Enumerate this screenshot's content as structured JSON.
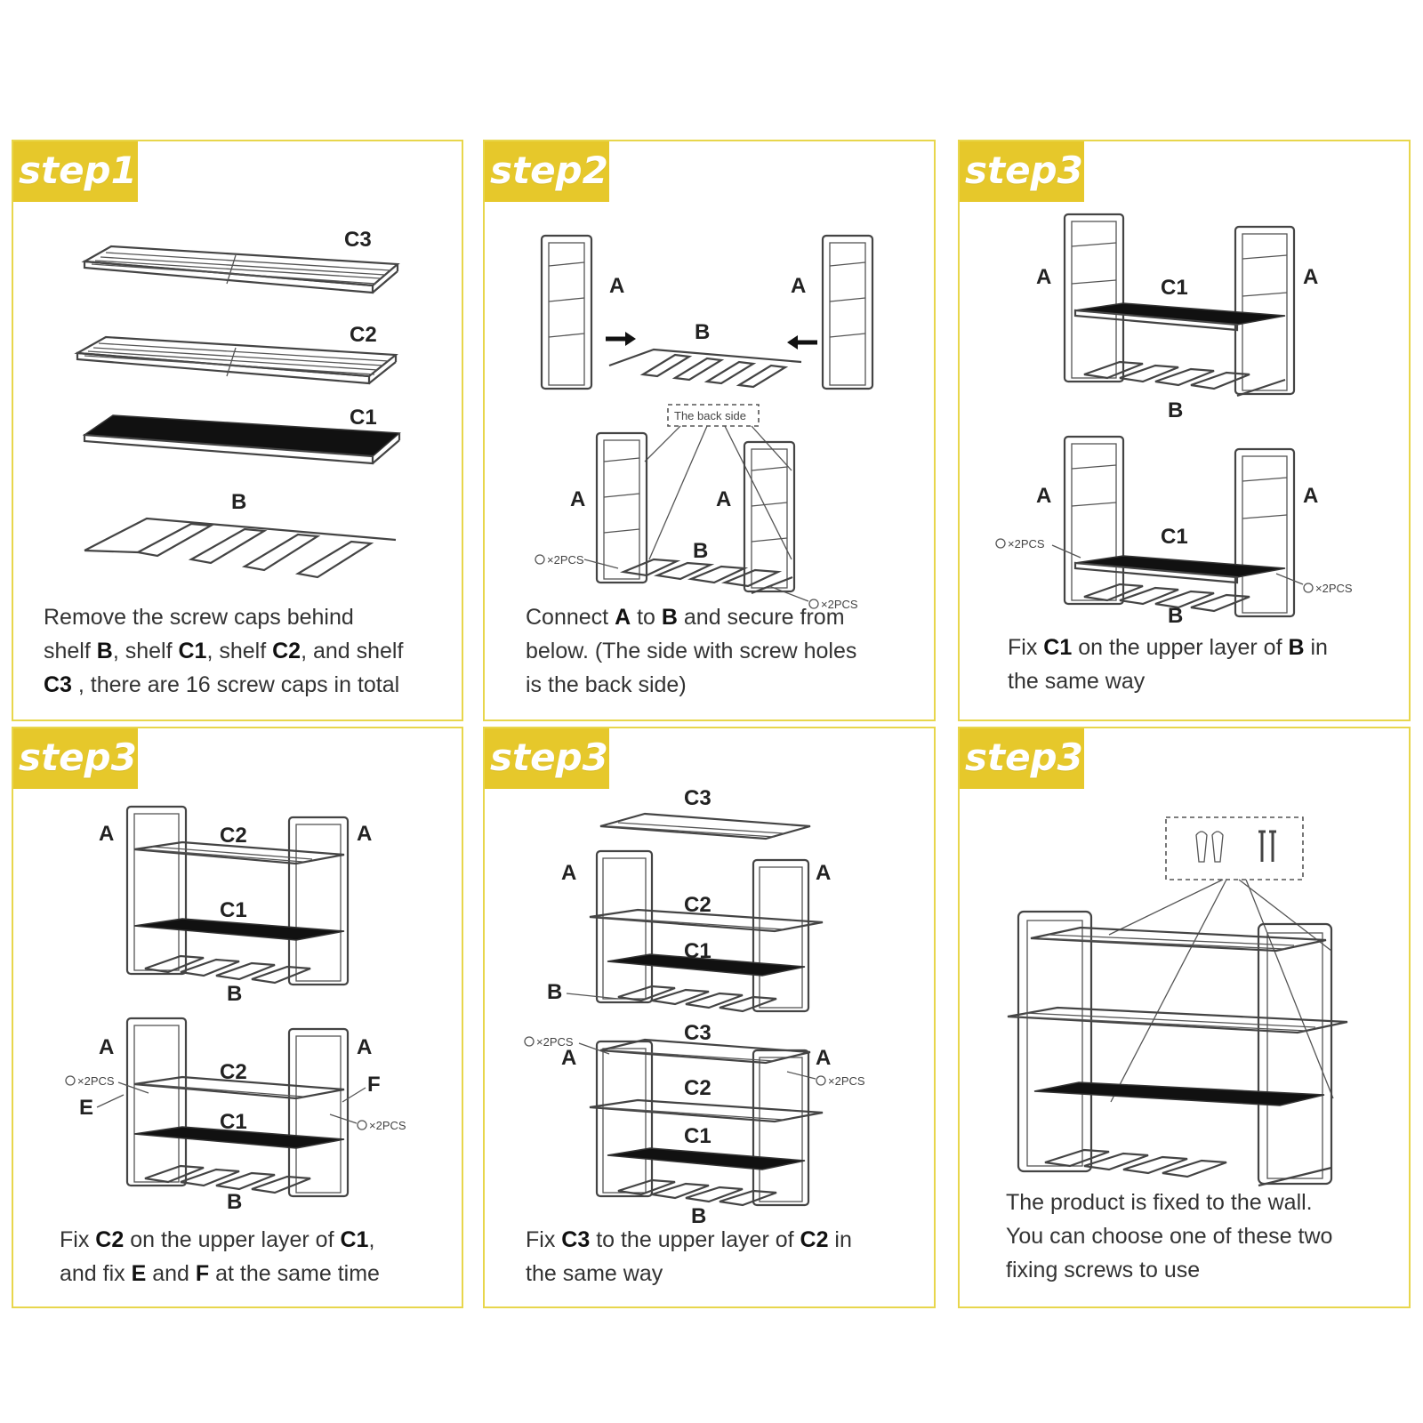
{
  "panels": [
    {
      "step": "step1",
      "caption": [
        {
          "t": "Remove the screw caps behind"
        },
        {
          "br": true
        },
        {
          "t": "shelf "
        },
        {
          "b": "B"
        },
        {
          "t": ", shelf "
        },
        {
          "b": "C1"
        },
        {
          "t": ", shelf "
        },
        {
          "b": "C2"
        },
        {
          "t": ", and shelf"
        },
        {
          "br": true
        },
        {
          "b": "C3"
        },
        {
          "t": " , there are 16 screw caps in total"
        }
      ],
      "labels": {
        "c3": "C3",
        "c2": "C2",
        "c1": "C1",
        "b": "B"
      }
    },
    {
      "step": "step2",
      "caption": [
        {
          "t": "Connect "
        },
        {
          "b": "A"
        },
        {
          "t": " to "
        },
        {
          "b": "B"
        },
        {
          "t": " and secure from"
        },
        {
          "br": true
        },
        {
          "t": "below. (The side with screw holes"
        },
        {
          "br": true
        },
        {
          "t": "is the back side)"
        }
      ],
      "labels": {
        "a": "A",
        "b": "B",
        "back": "The back side",
        "pcs": "×2PCS"
      }
    },
    {
      "step": "step3",
      "caption": [
        {
          "t": "Fix "
        },
        {
          "b": "C1"
        },
        {
          "t": " on the upper layer of "
        },
        {
          "b": "B"
        },
        {
          "t": " in"
        },
        {
          "br": true
        },
        {
          "t": "the same way"
        }
      ],
      "labels": {
        "a": "A",
        "b": "B",
        "c1": "C1",
        "pcs": "×2PCS"
      }
    },
    {
      "step": "step3",
      "caption": [
        {
          "t": "Fix "
        },
        {
          "b": "C2"
        },
        {
          "t": " on the upper layer of "
        },
        {
          "b": "C1"
        },
        {
          "t": ","
        },
        {
          "br": true
        },
        {
          "t": "and fix "
        },
        {
          "b": "E"
        },
        {
          "t": " and "
        },
        {
          "b": "F"
        },
        {
          "t": " at the same time"
        }
      ],
      "labels": {
        "a": "A",
        "b": "B",
        "c1": "C1",
        "c2": "C2",
        "e": "E",
        "f": "F",
        "pcs": "×2PCS"
      }
    },
    {
      "step": "step3",
      "caption": [
        {
          "t": "Fix "
        },
        {
          "b": "C3"
        },
        {
          "t": "  to the upper layer of "
        },
        {
          "b": "C2"
        },
        {
          "t": " in"
        },
        {
          "br": true
        },
        {
          "t": "the same way"
        }
      ],
      "labels": {
        "a": "A",
        "b": "B",
        "c1": "C1",
        "c2": "C2",
        "c3": "C3",
        "pcs": "×2PCS"
      }
    },
    {
      "step": "step3",
      "caption": [
        {
          "t": "The product is fixed to the wall."
        },
        {
          "br": true
        },
        {
          "t": "You can choose one of these two"
        },
        {
          "br": true
        },
        {
          "t": "fixing screws to use"
        }
      ],
      "labels": {}
    }
  ]
}
